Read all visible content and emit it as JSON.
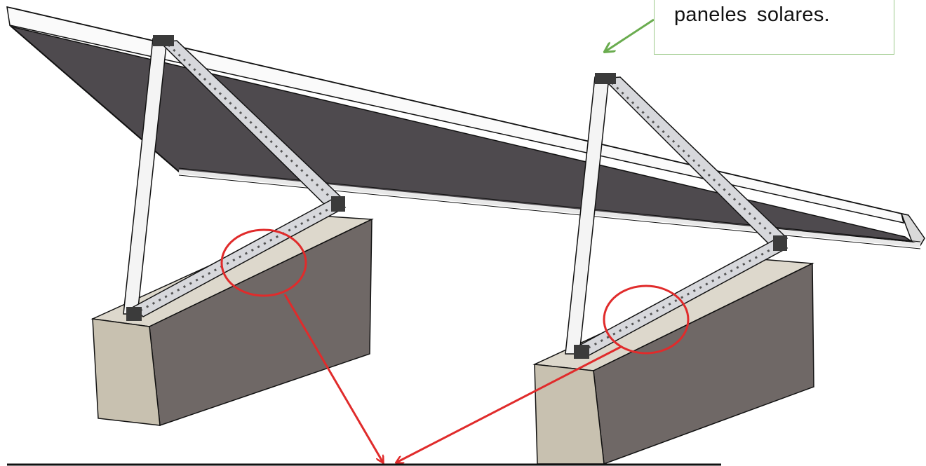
{
  "callout": {
    "text": "paneles  solares."
  },
  "colors": {
    "panel_face": "#4e4a4e",
    "panel_frame": "#f2f2f2",
    "rail": "#d7d8dc",
    "concrete_front": "#c8c1b0",
    "concrete_top": "#ddd8cc",
    "concrete_side": "#6f6866",
    "highlight_red": "#e02b2b",
    "callout_border": "#9cc98a",
    "callout_arrow": "#6aac4f"
  },
  "icons": {
    "highlight_marks": "red-ellipse",
    "pointers": "red-arrow"
  }
}
